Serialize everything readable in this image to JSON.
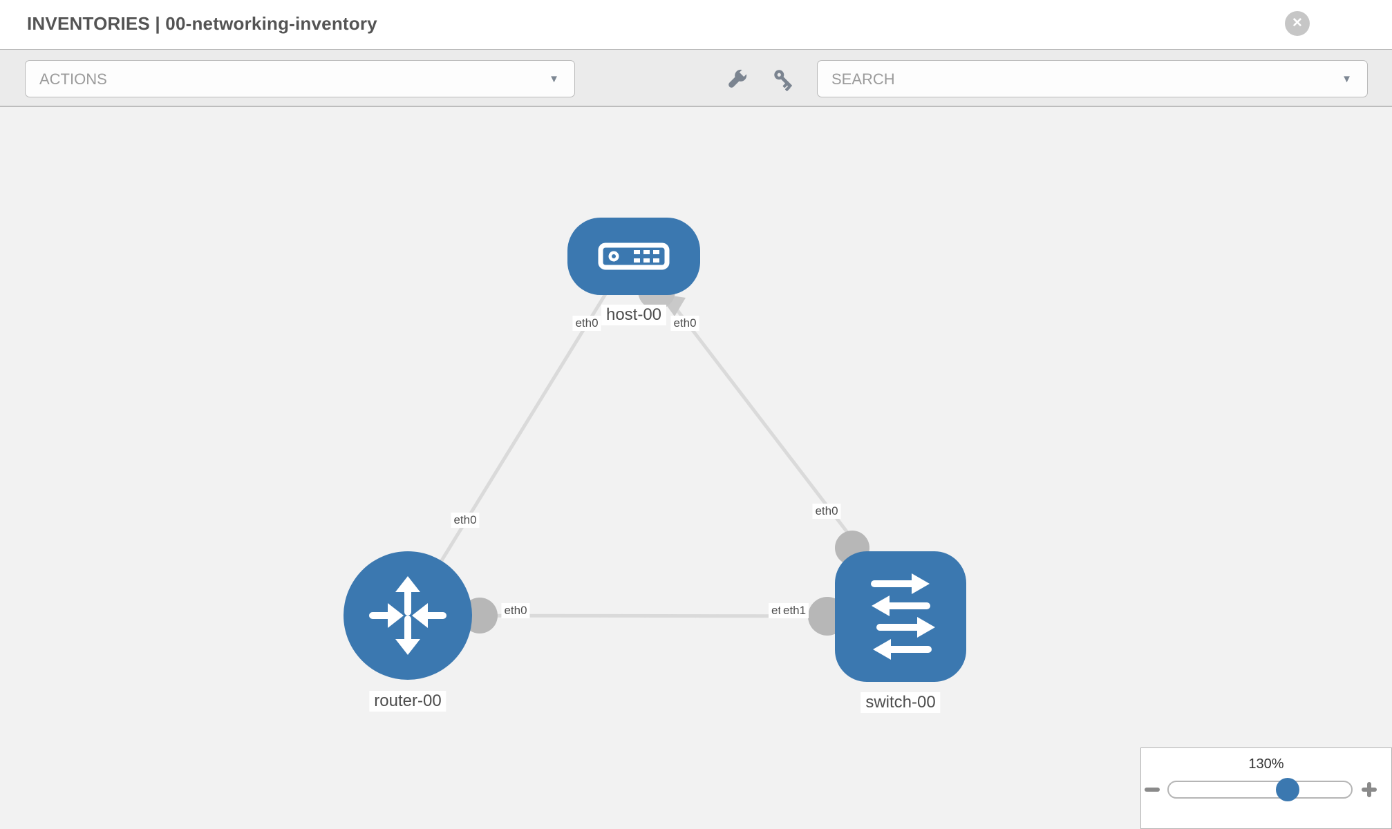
{
  "header": {
    "title": "INVENTORIES | 00-networking-inventory",
    "close_icon": "✕"
  },
  "toolbar": {
    "actions_label": "ACTIONS",
    "search_label": "SEARCH",
    "caret": "▼",
    "icons": [
      "wrench-icon",
      "key-icon"
    ]
  },
  "topology": {
    "nodes": [
      {
        "label": "host-00",
        "type": "host"
      },
      {
        "label": "router-00",
        "type": "router"
      },
      {
        "label": "switch-00",
        "type": "switch"
      }
    ],
    "links": [
      {
        "source": "router-00",
        "target": "host-00",
        "source_interface": "eth0",
        "target_interface": "eth0"
      },
      {
        "source": "host-00",
        "target": "switch-00",
        "source_interface": "eth0",
        "target_interface": "eth0"
      },
      {
        "source": "router-00",
        "target": "switch-00",
        "source_interface": "eth0",
        "target_interface": "eth1",
        "target_interface_overlapped": "eth0"
      }
    ]
  },
  "zoom_control": {
    "value": "130%"
  },
  "colors": {
    "node_blue": "#3b78b0",
    "link_gray": "#dadada",
    "connector_gray": "#b7b7b7",
    "canvas_bg": "#f2f2f2"
  }
}
